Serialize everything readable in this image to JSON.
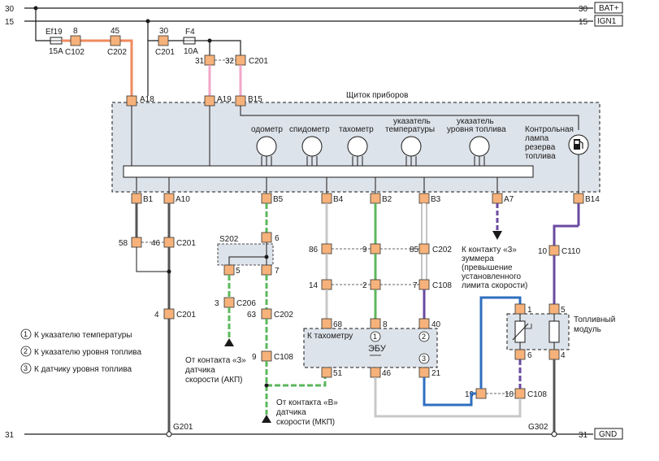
{
  "rails": {
    "top_left": "30",
    "top_right": "30",
    "top_tag": "BAT+",
    "ign_left": "15",
    "ign_right": "15",
    "ign_tag": "IGN1",
    "gnd_left": "31",
    "gnd_right": "31",
    "gnd_tag": "GND"
  },
  "fuses": {
    "ef19": "Ef19",
    "ef19_rating": "15A",
    "f4": "F4",
    "f4_rating": "10A"
  },
  "connectors": {
    "c102_pin": "8",
    "c102": "C102",
    "c202_pin": "45",
    "c202": "C202",
    "c201_pin": "30",
    "c201": "C201",
    "c201b_pin_a": "31",
    "c201b_pin_b": "32",
    "c201b": "C201",
    "a18": "A18",
    "a19": "A19",
    "b15": "B15",
    "b1": "B1",
    "a10": "A10",
    "b5": "B5",
    "b4": "B4",
    "b2": "B2",
    "b3": "B3",
    "a7": "A7",
    "b14": "B14",
    "c201_58": "58",
    "c201_46": "46",
    "c201_split": "C201",
    "c201_4": "4",
    "c201_low": "C201",
    "s202": "S202",
    "s202_6": "6",
    "s202_5": "5",
    "s202_7": "7",
    "c206_3": "3",
    "c206": "C206",
    "c202_63": "63",
    "c202_low": "C202",
    "c108_9": "9",
    "c108_low": "C108",
    "c202_86": "86",
    "c202_9": "9",
    "c202_85": "85",
    "c202_row": "C202",
    "c108_14": "14",
    "c108_2": "2",
    "c108_7": "7",
    "c108_row": "C108",
    "ecu_68": "68",
    "ecu_8": "8",
    "ecu_40": "40",
    "ecu_51": "51",
    "ecu_46": "46",
    "ecu_21": "21",
    "c110_10": "10",
    "c110": "C110",
    "fm_1": "1",
    "fm_5": "5",
    "fm_6": "6",
    "fm_4": "4",
    "c108_19": "19",
    "c108_10": "10",
    "c108_bottom": "C108",
    "g201": "G201",
    "g302": "G302"
  },
  "cluster": {
    "title": "Щиток приборов",
    "gauges": [
      "одометр",
      "спидометр",
      "тахометр",
      "указатель температуры",
      "указатель уровня топлива"
    ],
    "gauge_lines": [
      [
        "одометр"
      ],
      [
        "спидометр"
      ],
      [
        "тахометр"
      ],
      [
        "указатель",
        "температуры"
      ],
      [
        "указатель",
        "уровня топлива"
      ]
    ],
    "lamp_lines": [
      "Контрольная",
      "лампа",
      "резерва",
      "топлива"
    ]
  },
  "ecu": {
    "title": "ЭБУ",
    "tach_label": "К тахометру",
    "pin_marks": [
      "1",
      "2",
      "3"
    ]
  },
  "fuel_module": {
    "lines": [
      "Топливный",
      "модуль"
    ]
  },
  "notes": {
    "buzzer": [
      "К контакту «3»",
      "зуммера",
      "(превышение",
      "установленного",
      "лимита скорости)"
    ],
    "sensor_akp": [
      "От контакта «3»",
      "датчика",
      "скорости (АКП)"
    ],
    "sensor_mkp": [
      "От контакта «В»",
      "датчика",
      "скорости (МКП)"
    ]
  },
  "legend": [
    {
      "num": "1",
      "text": "К указателю температуры"
    },
    {
      "num": "2",
      "text": "К указателю уровня топлива"
    },
    {
      "num": "3",
      "text": "К датчику уровня топлива"
    }
  ],
  "colors": {
    "orange": "#f08a5d",
    "pink": "#f2a7c8",
    "grey_wire": "#555555",
    "light_grey": "#c8c8c8",
    "green": "#5cb85c",
    "purple": "#6a4aa0",
    "blue": "#2f6fc0",
    "panel": "#dde3ea",
    "conn_fill": "#f6b27a"
  }
}
